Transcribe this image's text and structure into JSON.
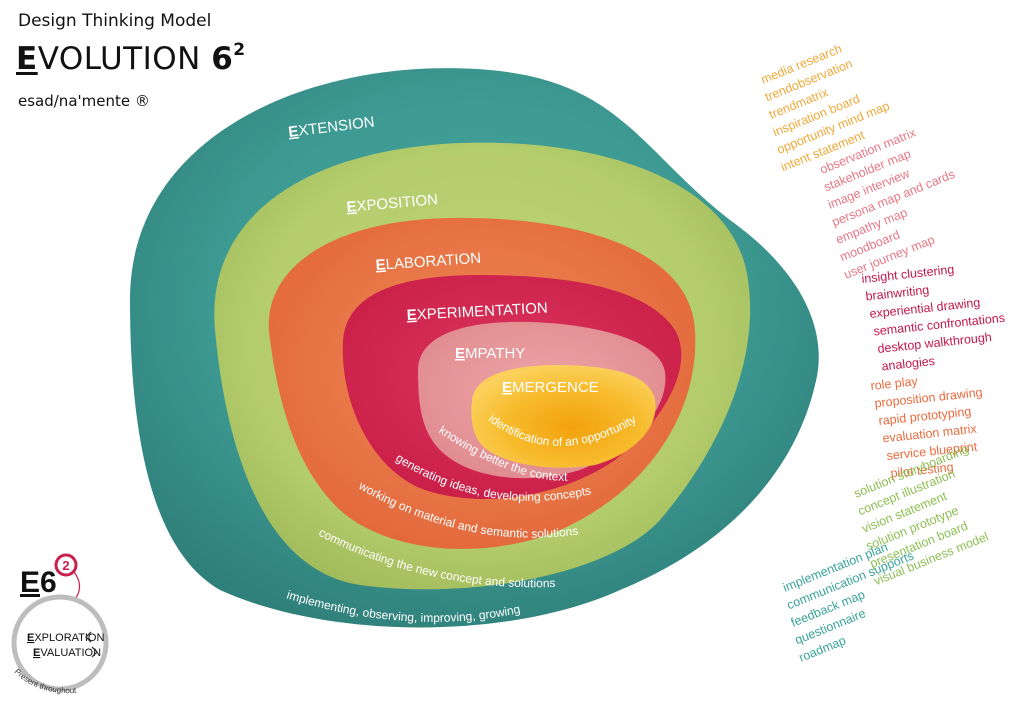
{
  "header": {
    "subtitle": "Design Thinking Model",
    "title_initial": "E",
    "title_rest": "VOLUTION",
    "title_number": "6",
    "title_power": "2",
    "credit": "esad/na'mente ®"
  },
  "layers": [
    {
      "initial": "E",
      "rest": "XTENSION",
      "caption": "implementing, observing, improving, growing",
      "color": "#3e9e96"
    },
    {
      "initial": "E",
      "rest": "XPOSITION",
      "caption": "communicating the new concept and solutions",
      "color": "#b6cf6e"
    },
    {
      "initial": "E",
      "rest": "LABORATION",
      "caption": "working on material and semantic solutions",
      "color": "#ec7545"
    },
    {
      "initial": "E",
      "rest": "XPERIMENTATION",
      "caption": "generating ideas, developing concepts",
      "color": "#d5244e"
    },
    {
      "initial": "E",
      "rest": "MPATHY",
      "caption": "knowing better the context",
      "color": "#e79a9e"
    },
    {
      "initial": "E",
      "rest": "MERGENCE",
      "caption": "identification of an opportunity",
      "color": "#f6b820"
    }
  ],
  "tool_groups": [
    {
      "color": "#f0a93a",
      "items": [
        "media research",
        "trendobservation",
        "trendmatrix",
        "inspiration board",
        "opportunity mind map",
        "intent statement"
      ]
    },
    {
      "color": "#e87786",
      "items": [
        "observation matrix",
        "stakeholder map",
        "image interview",
        "persona map and cards",
        "empathy map",
        "moodboard",
        "user journey map"
      ]
    },
    {
      "color": "#c4174b",
      "items": [
        "insight clustering",
        "brainwriting",
        "experiential drawing",
        "semantic confrontations",
        "desktop walkthrough",
        "analogies"
      ]
    },
    {
      "color": "#ec6a3e",
      "items": [
        "role play",
        "proposition drawing",
        "rapid prototyping",
        "evaluation matrix",
        "service blueprint",
        "pilot testing"
      ]
    },
    {
      "color": "#8cbf54",
      "items": [
        "solution storyboarding",
        "concept illustration",
        "vision statement",
        "solution prototype",
        "presentation board",
        "visual business model"
      ]
    },
    {
      "color": "#3aa39b",
      "items": [
        "implementation plan",
        "communication supports",
        "feedback map",
        "questionnaire",
        "roadmap"
      ]
    }
  ],
  "badge": {
    "logo_initial": "E",
    "logo_number": "6",
    "logo_power": "2",
    "line1_initial": "E",
    "line1_rest": "XPLORATION",
    "line2_initial": "E",
    "line2_rest": "VALUATION",
    "ring_text": "Present throughout"
  }
}
